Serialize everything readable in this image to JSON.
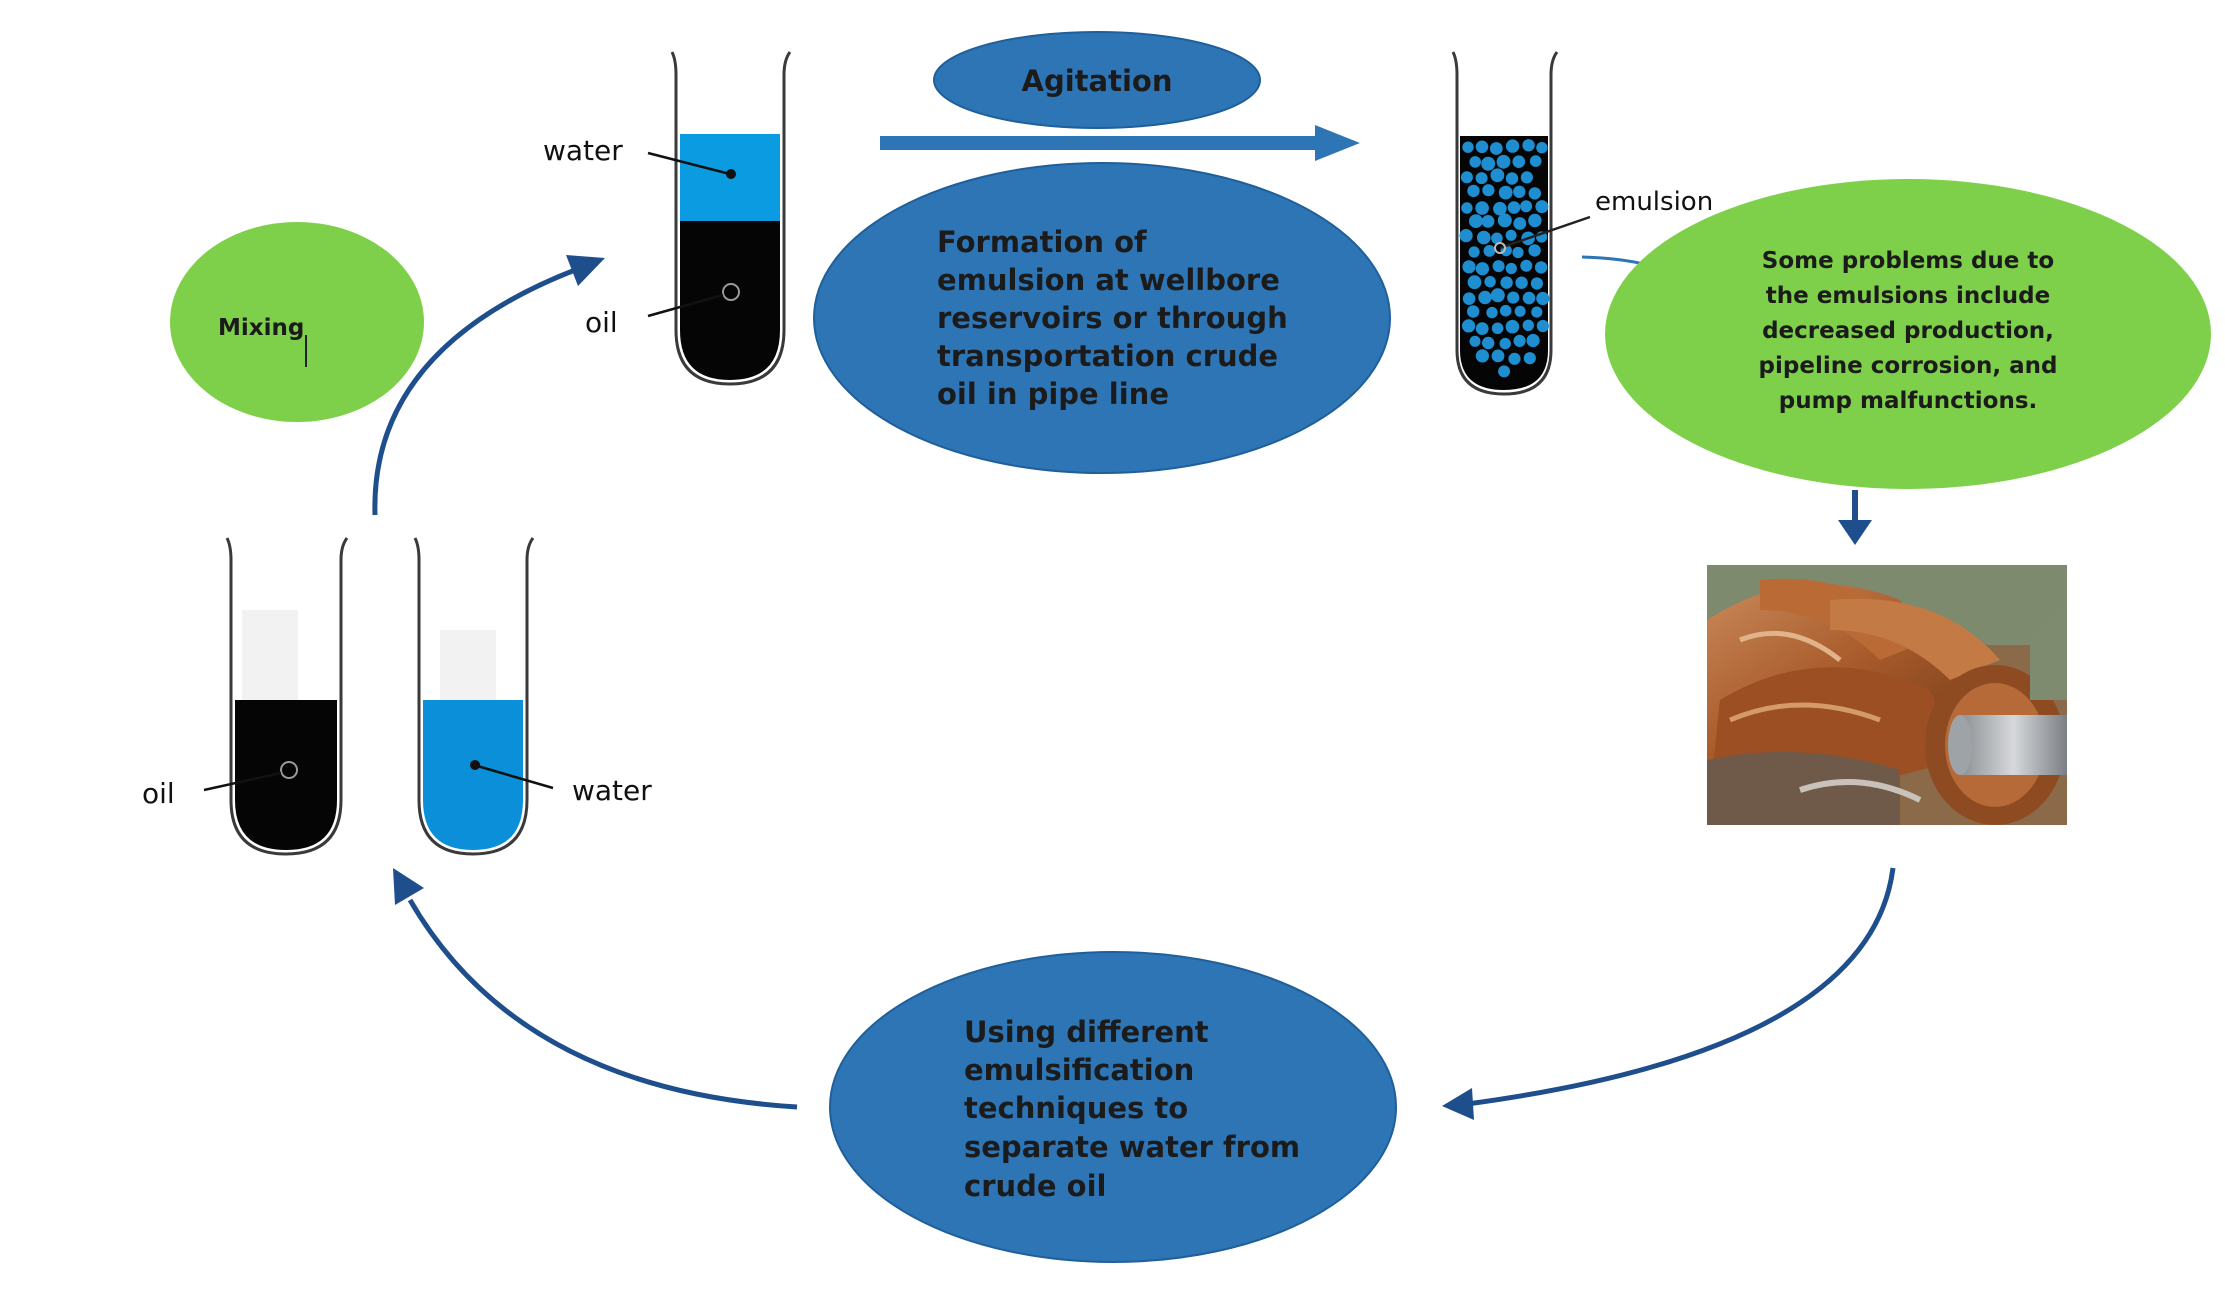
{
  "colors": {
    "blue_ellipse": "#2e75b6",
    "blue_ellipse_stroke": "#1f5f9a",
    "green_ellipse": "#7ed04a",
    "green_ellipse_stroke": "#6cc23a",
    "arrow": "#1f4e8c",
    "water": "#0a9be0",
    "water_dark": "#0978c8",
    "oil": "#050505",
    "droplet": "#1e8ed0"
  },
  "nodes": {
    "mixing": {
      "text": "Mixing"
    },
    "agitation": {
      "text": "Agitation"
    },
    "formation": {
      "lines": [
        "Formation of",
        "emulsion at wellbore",
        "reservoirs or through",
        "transportation crude",
        "oil in pipe line"
      ]
    },
    "problems": {
      "lines": [
        "Some problems due to",
        "the emulsions include",
        "decreased production,",
        "pipeline corrosion, and",
        "pump malfunctions."
      ]
    },
    "techniques": {
      "lines": [
        "Using different",
        "emulsification",
        "techniques to",
        "separate water from",
        "crude oil"
      ]
    }
  },
  "labels": {
    "top_water": "water",
    "top_oil": "oil",
    "emulsion": "emulsion",
    "bottom_oil": "oil",
    "bottom_water": "water"
  },
  "image": {
    "icon": "corroded-pump-impeller-photo"
  }
}
